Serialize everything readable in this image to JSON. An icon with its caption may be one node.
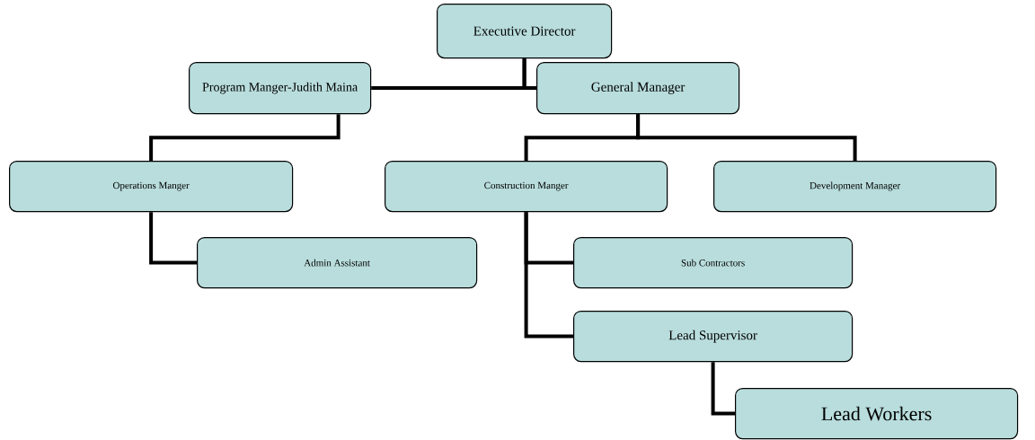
{
  "diagram": {
    "nodes": [
      {
        "text": [
          "Executive Director"
        ]
      },
      {
        "text": [
          "Program Manger-Judith Maina"
        ]
      },
      {
        "text": [
          "General Manager"
        ]
      },
      {
        "text": [
          "Operations Manger"
        ]
      },
      {
        "text": [
          "Construction Manger"
        ]
      },
      {
        "text": [
          "Development Manager"
        ]
      },
      {
        "text": [
          "Admin Assistant"
        ]
      },
      {
        "text": [
          "Sub Contractors"
        ]
      },
      {
        "text": [
          "Lead Supervisor"
        ]
      },
      {
        "text": [
          "Lead Workers"
        ]
      }
    ],
    "edges": [
      {
        "from": 0,
        "to": 1,
        "arrow": "none"
      },
      {
        "from": 0,
        "to": 2,
        "arrow": "none"
      },
      {
        "from": 1,
        "to": 3,
        "arrow": "none"
      },
      {
        "from": 2,
        "to": 4,
        "arrow": "none"
      },
      {
        "from": 2,
        "to": 5,
        "arrow": "none"
      },
      {
        "from": 3,
        "to": 6,
        "arrow": "none"
      },
      {
        "from": 4,
        "to": 7,
        "arrow": "none"
      },
      {
        "from": 4,
        "to": 8,
        "arrow": "none"
      },
      {
        "from": 8,
        "to": 9,
        "arrow": "none"
      }
    ]
  }
}
